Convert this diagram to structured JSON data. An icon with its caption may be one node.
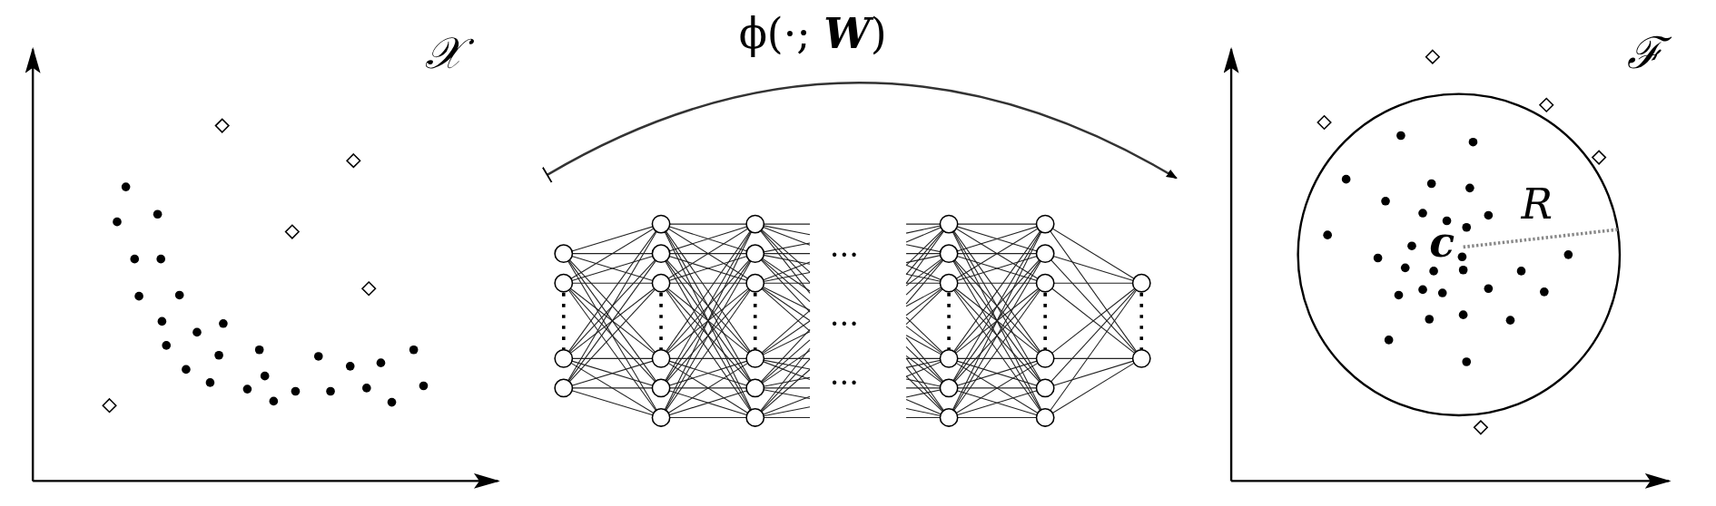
{
  "diagram": {
    "nodes": [
      {
        "text": [
          "𝒳"
        ]
      },
      {
        "text": [
          "ℱ"
        ]
      }
    ],
    "edges": [
      {
        "from": 0,
        "to": 1,
        "arrow": "to",
        "label": "ϕ(·; **W**)"
      }
    ],
    "labels": [
      "c",
      "R",
      "···",
      "···",
      "···"
    ]
  }
}
